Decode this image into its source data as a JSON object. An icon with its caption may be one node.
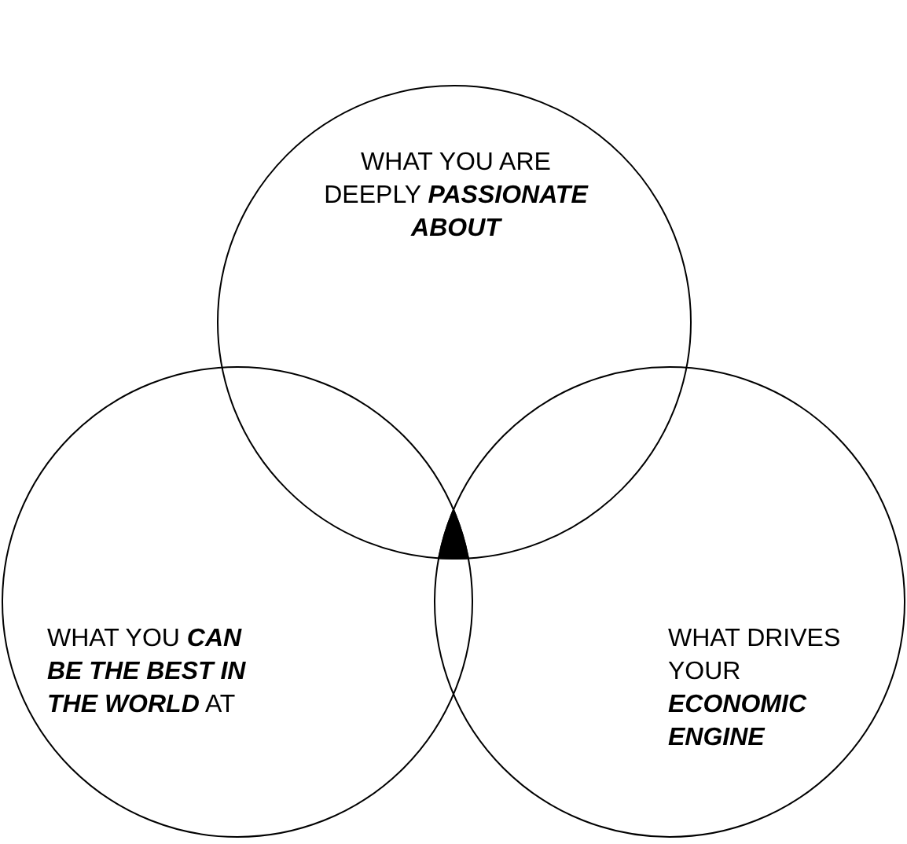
{
  "diagram": {
    "nodes": [
      {
        "text": [
          "WHAT YOU ARE DEEPLY **PASSIONATE ABOUT**"
        ]
      },
      {
        "text": [
          "WHAT YOU **CAN BE THE BEST IN THE WORLD** AT"
        ]
      },
      {
        "text": [
          "WHAT DRIVES YOUR **ECONOMIC ENGINE**"
        ]
      }
    ]
  }
}
